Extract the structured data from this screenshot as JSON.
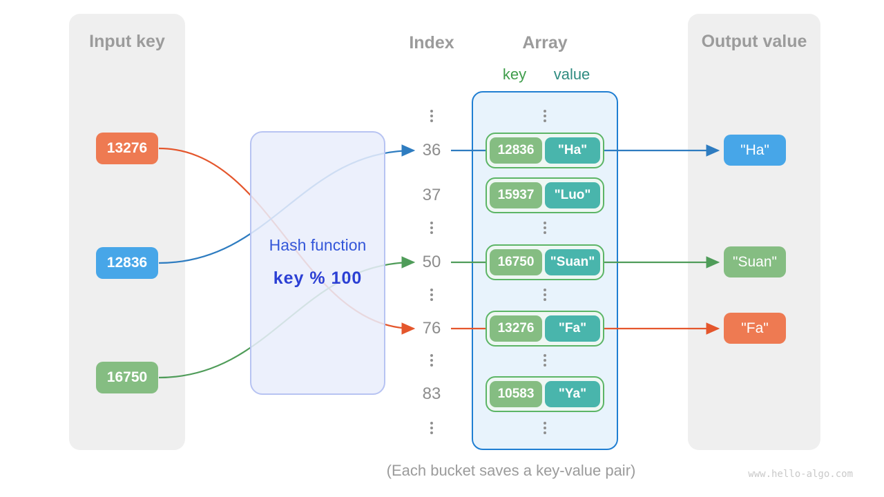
{
  "input_panel": {
    "title": "Input key",
    "keys": [
      {
        "value": "13276",
        "color": "#ee7a52"
      },
      {
        "value": "12836",
        "color": "#47a6e8"
      },
      {
        "value": "16750",
        "color": "#85bd82"
      }
    ]
  },
  "hash_box": {
    "title": "Hash function",
    "formula": "key % 100"
  },
  "index_column": {
    "title": "Index",
    "rows": [
      "36",
      "37",
      "50",
      "76",
      "83"
    ]
  },
  "array_column": {
    "title": "Array",
    "key_label": "key",
    "value_label": "value",
    "buckets": [
      {
        "key": "12836",
        "value": "\"Ha\""
      },
      {
        "key": "15937",
        "value": "\"Luo\""
      },
      {
        "key": "16750",
        "value": "\"Suan\""
      },
      {
        "key": "13276",
        "value": "\"Fa\""
      },
      {
        "key": "10583",
        "value": "\"Ya\""
      }
    ]
  },
  "output_panel": {
    "title": "Output value",
    "values": [
      {
        "text": "\"Ha\"",
        "color": "#47a6e8"
      },
      {
        "text": "\"Suan\"",
        "color": "#85bd82"
      },
      {
        "text": "\"Fa\"",
        "color": "#ee7a52"
      }
    ]
  },
  "caption": "(Each bucket saves a key-value pair)",
  "watermark": "www.hello-algo.com",
  "colors": {
    "orange": "#ee7a52",
    "blue": "#47a6e8",
    "green": "#85bd82",
    "teal": "#49b5ac",
    "array_border": "#1f7ed2",
    "bucket_border": "#5cb566",
    "hash_text_blue": "#2b3fd4",
    "panel_bg": "#efefef",
    "arrow_blue": "#2e7cc0",
    "arrow_green": "#4f9c59",
    "arrow_orange": "#e4562c",
    "gray_text": "#9b9b9b"
  }
}
